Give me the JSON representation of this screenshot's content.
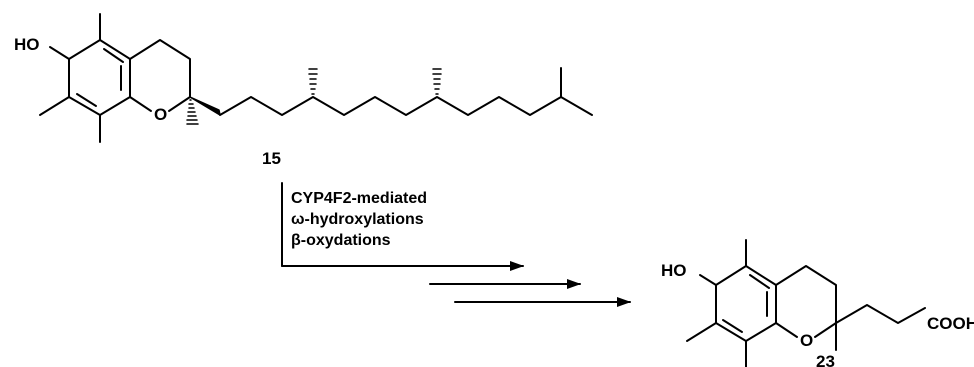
{
  "reactant": {
    "compound_number": "15",
    "labels": {
      "hydroxyl": "HO",
      "ring_oxygen": "O"
    }
  },
  "conditions": {
    "line1": "CYP4F2-mediated",
    "line2": "ω-hydroxylations",
    "line3": "β-oxydations"
  },
  "product": {
    "compound_number": "23",
    "labels": {
      "hydroxyl": "HO",
      "ring_oxygen": "O",
      "acid": "COOH"
    }
  }
}
